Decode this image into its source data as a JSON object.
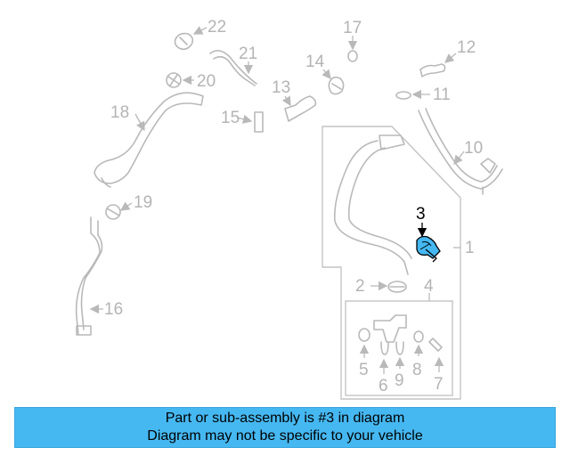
{
  "callouts": [
    "1",
    "2",
    "3",
    "4",
    "5",
    "6",
    "7",
    "8",
    "9",
    "10",
    "11",
    "12",
    "13",
    "14",
    "15",
    "16",
    "17",
    "18",
    "19",
    "20",
    "21",
    "22"
  ],
  "highlighted_part": "3",
  "highlight_color": "#45b8f2",
  "banner": {
    "line1": "Part or sub-assembly is #3 in diagram",
    "line2": "Diagram may not be specific to your vehicle",
    "background": "#45b8f2"
  }
}
